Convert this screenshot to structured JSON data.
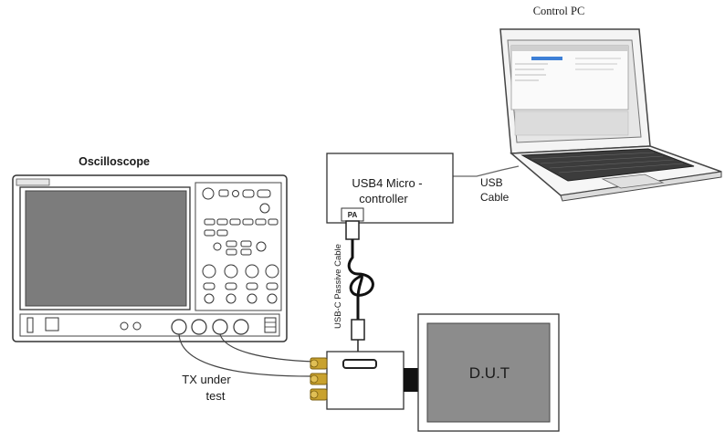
{
  "control_pc": {
    "label": "Control PC"
  },
  "oscilloscope": {
    "label": "Oscilloscope"
  },
  "microcontroller": {
    "line1": "USB4 Micro -",
    "line2": "controller",
    "port_label": "PA"
  },
  "usb_cable": {
    "line1": "USB",
    "line2": "Cable"
  },
  "passive_cable": {
    "label": "USB-C Passive Cable"
  },
  "tx": {
    "line1": "TX under",
    "line2": "test"
  },
  "dut": {
    "label": "D.U.T"
  },
  "colors": {
    "outline": "#3a3a3a",
    "screen_dark": "#7a7a7a",
    "dut_fill": "#8c8c8c",
    "sma_gold": "#c9a22e"
  }
}
